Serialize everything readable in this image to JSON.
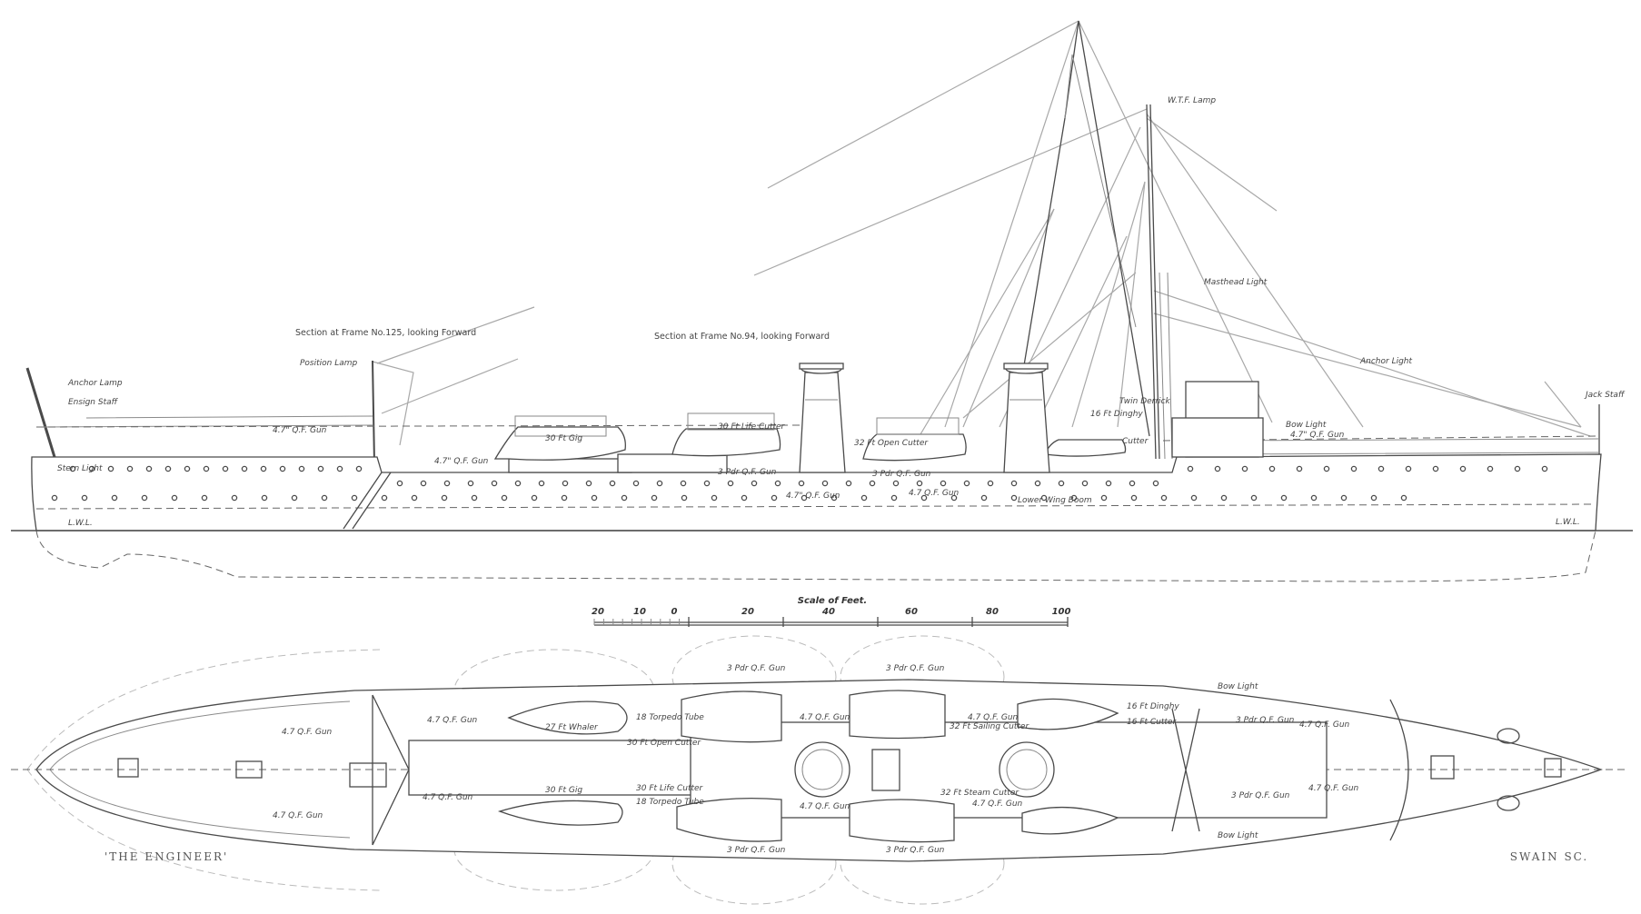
{
  "profile": {
    "section_labels": [
      "Section at Frame No.125, looking Forward",
      "Section at Frame No.94, looking Forward"
    ],
    "labels": [
      "Anchor Lamp",
      "Ensign Staff",
      "Stern Light",
      "Position Lamp",
      "4.7\" Q.F. Gun",
      "4.7\" Q.F. Gun",
      "30 Ft Gig",
      "30 Ft Life Cutter",
      "3 Pdr Q.F. Gun",
      "4.7\" Q.F. Gun",
      "32 Ft Open Cutter",
      "3 Pdr Q.F. Gun",
      "4.7 Q.F. Gun",
      "Lower Wing Boom",
      "Twin Derrick",
      "16 Ft Dinghy",
      "Cutter",
      "W.T.F. Lamp",
      "Masthead Light",
      "Anchor Light",
      "Bow Light",
      "4.7\" Q.F. Gun",
      "Jack Staff",
      "L.W.L.",
      "L.W.L."
    ]
  },
  "scale": {
    "title": "Scale of Feet.",
    "ticks": [
      "20",
      "10",
      "0",
      "20",
      "40",
      "60",
      "80",
      "100"
    ]
  },
  "plan": {
    "labels": [
      "4.7 Q.F. Gun",
      "4.7 Q.F. Gun",
      "4.7 Q.F. Gun",
      "4.7 Q.F. Gun",
      "27 Ft Whaler",
      "18 Torpedo Tube",
      "18 Torpedo Tube",
      "30 Ft Open Cutter",
      "30 Ft Gig",
      "30 Ft Life Cutter",
      "3 Pdr Q.F. Gun",
      "3 Pdr Q.F. Gun",
      "3 Pdr Q.F. Gun",
      "3 Pdr Q.F. Gun",
      "4.7 Q.F. Gun",
      "4.7 Q.F. Gun",
      "4.7 Q.F. Gun",
      "4.7 Q.F. Gun",
      "32 Ft Sailing Cutter",
      "32 Ft Steam Cutter",
      "16 Ft Dinghy",
      "16 Ft Cutter",
      "Bow Light",
      "Bow Light",
      "3 Pdr Q.F. Gun",
      "3 Pdr Q.F. Gun",
      "4.7 Q.F. Gun",
      "4.7 Q.F. Gun"
    ]
  },
  "credits": {
    "publication": "'THE ENGINEER'",
    "engraver": "SWAIN SC."
  },
  "colors": {
    "ink": "#4a4a4a",
    "rigging": "#a8a8a8",
    "paper": "#ffffff"
  }
}
